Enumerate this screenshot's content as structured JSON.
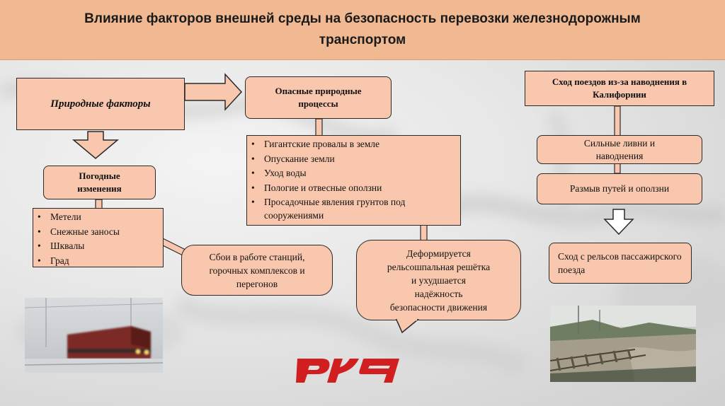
{
  "header": {
    "title": "Влияние факторов внешней среды на безопасность перевозки железнодорожным транспортом"
  },
  "left": {
    "natural_factors": "Природные факторы",
    "weather_changes": "Погодные изменения",
    "weather_items": [
      "Метели",
      "Снежные заносы",
      "Шквалы",
      "Град"
    ],
    "station_failures": "Сбои в работе станций, горочных комплексов и перегонов"
  },
  "middle": {
    "hazardous_processes": "Опасные природные процессы",
    "process_items": [
      "Гигантские провалы в земле",
      "Опускание земли",
      "Уход воды",
      "Пологие и отвесные оползни",
      "Просадочные явления грунтов под сооружениями"
    ],
    "track_deform_lines": [
      "Деформируется",
      "рельсошпальная решётка",
      "и ухудшается",
      "надёжность",
      "безопасности движения"
    ]
  },
  "right": {
    "california_title": "Сход поездов из-за наводнения в Калифорнии",
    "heavy_rains": "Сильные ливни и наводнения",
    "track_erosion": "Размыв путей и оползни",
    "derailment": "Сход с рельсов пассажирского поезда"
  },
  "colors": {
    "header_bg": "#f1b991",
    "box_fill": "#f8c7ad",
    "logo_red": "#d11e1e"
  }
}
